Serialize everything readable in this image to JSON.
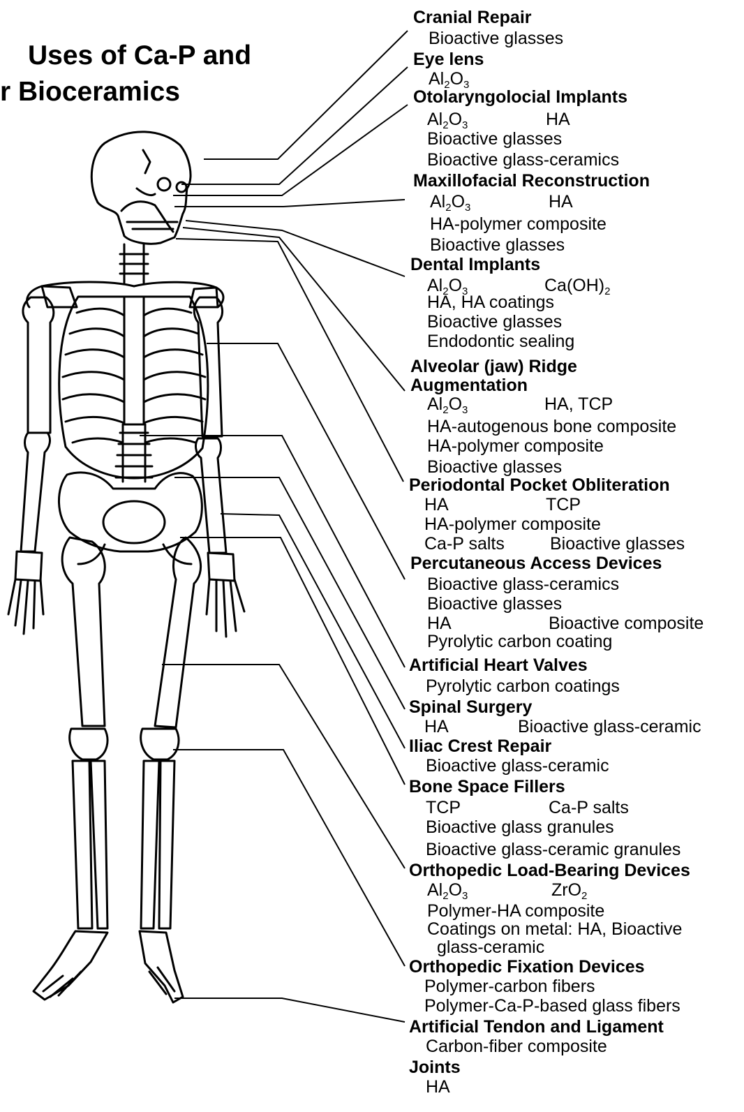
{
  "title": {
    "line1": "Uses of Ca-P and",
    "line2": "r Bioceramics"
  },
  "categories": [
    {
      "name": "Cranial Repair",
      "items": [
        "Bioactive glasses"
      ]
    },
    {
      "name": "Eye lens",
      "items": [
        "Al2O3"
      ]
    },
    {
      "name": "Otolaryngolocial Implants",
      "items": [
        "Al2O3",
        "HA",
        "Bioactive glasses",
        "Bioactive glass-ceramics"
      ]
    },
    {
      "name": "Maxillofacial Reconstruction",
      "items": [
        "Al2O3",
        "HA",
        "HA-polymer composite",
        "Bioactive glasses"
      ]
    },
    {
      "name": "Dental Implants",
      "items": [
        "Al2O3",
        "Ca(OH)2",
        "HA, HA coatings",
        "Bioactive glasses",
        "Endodontic sealing"
      ]
    },
    {
      "name": "Alveolar (jaw) Ridge Augmentation",
      "items": [
        "Al2O3",
        "HA, TCP",
        "HA-autogenous bone composite",
        "HA-polymer composite",
        "Bioactive glasses"
      ]
    },
    {
      "name": "Periodontal Pocket Obliteration",
      "items": [
        "HA",
        "TCP",
        "HA-polymer composite",
        "Ca-P salts",
        "Bioactive glasses"
      ]
    },
    {
      "name": "Percutaneous Access Devices",
      "items": [
        "Bioactive glass-ceramics",
        "Bioactive glasses",
        "HA",
        "Bioactive composite",
        "Pyrolytic carbon coating"
      ]
    },
    {
      "name": "Artificial Heart Valves",
      "items": [
        "Pyrolytic carbon coatings"
      ]
    },
    {
      "name": "Spinal Surgery",
      "items": [
        "HA",
        "Bioactive glass-ceramic"
      ]
    },
    {
      "name": "Iliac Crest Repair",
      "items": [
        "Bioactive glass-ceramic"
      ]
    },
    {
      "name": "Bone Space Fillers",
      "items": [
        "TCP",
        "Ca-P salts",
        "Bioactive glass granules",
        "Bioactive glass-ceramic granules"
      ]
    },
    {
      "name": "Orthopedic Load-Bearing Devices",
      "items": [
        "Al2O3",
        "ZrO2",
        "Polymer-HA composite",
        "Coatings on metal: HA, Bioactive",
        "glass-ceramic"
      ]
    },
    {
      "name": "Orthopedic Fixation Devices",
      "items": [
        "Polymer-carbon fibers",
        "Polymer-Ca-P-based glass fibers"
      ]
    },
    {
      "name": "Artificial Tendon and Ligament",
      "items": [
        "Carbon-fiber composite"
      ]
    },
    {
      "name": "Joints",
      "items": [
        "HA"
      ]
    }
  ]
}
